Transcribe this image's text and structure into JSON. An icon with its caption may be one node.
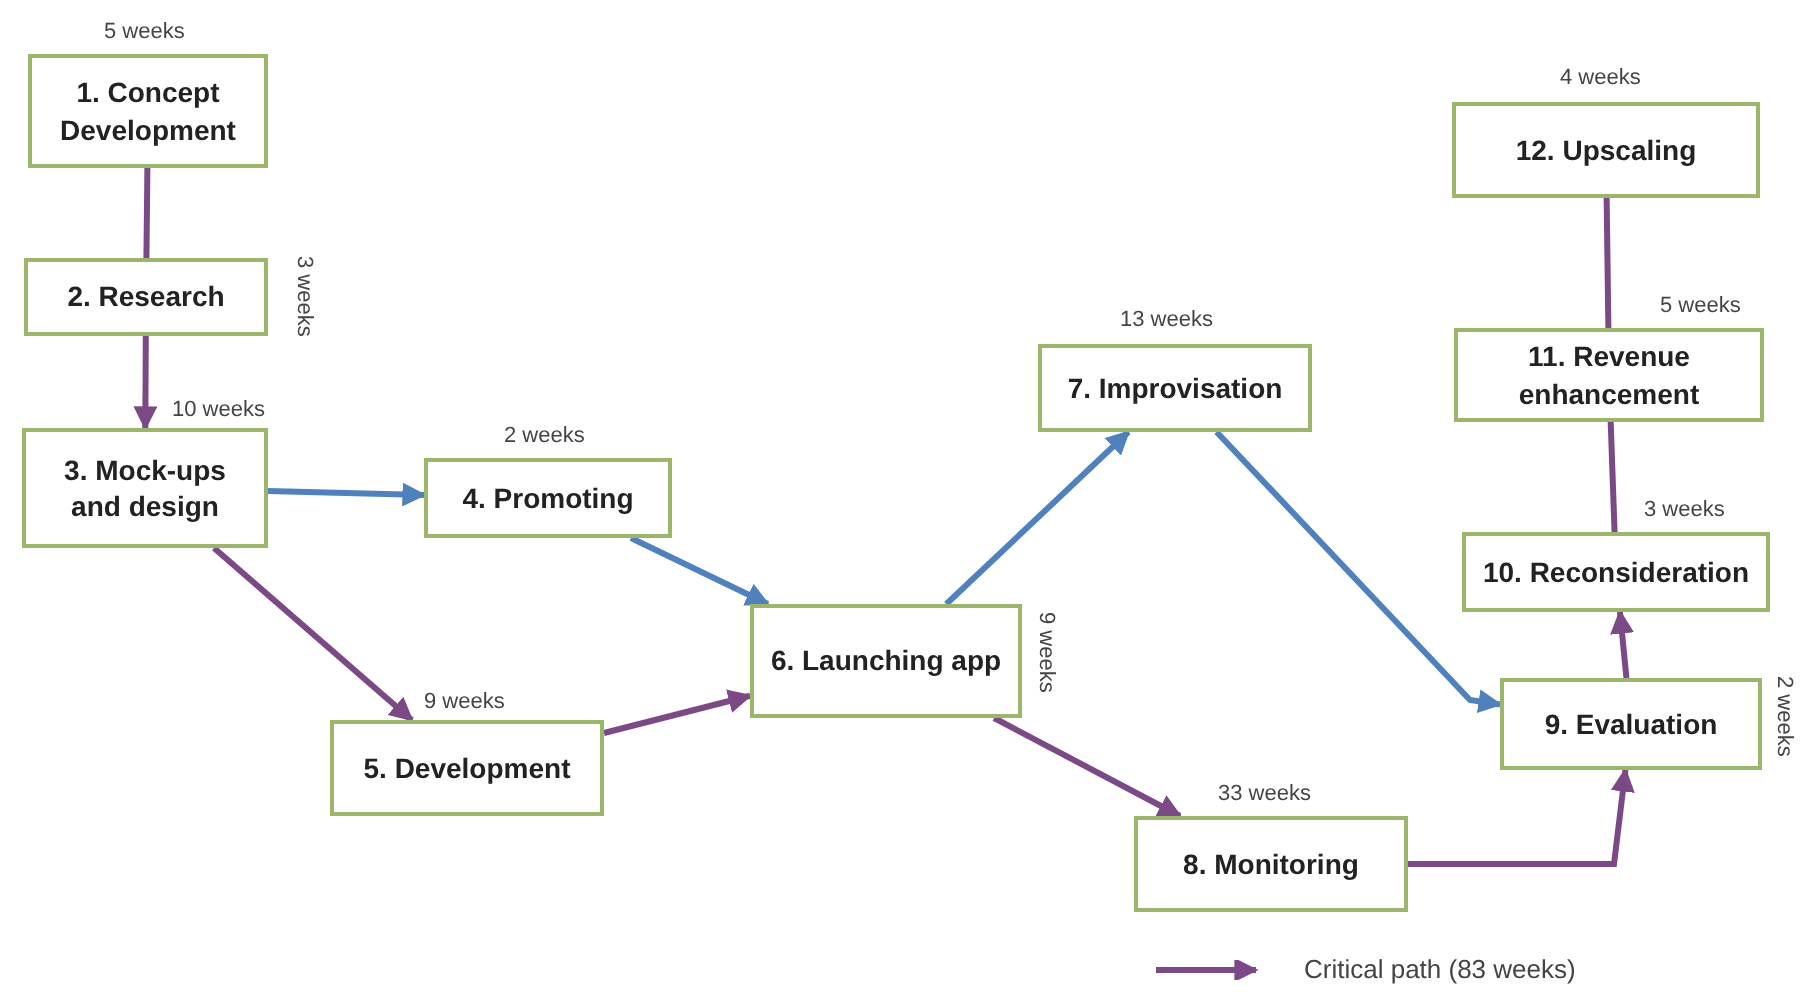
{
  "diagram": {
    "nodes": [
      {
        "text": [
          "1. Concept Development"
        ],
        "beside": [
          "5 weeks"
        ]
      },
      {
        "text": [
          "2. Research"
        ],
        "beside": [
          "3 weeks"
        ]
      },
      {
        "text": [
          "3. Mock-ups and design"
        ],
        "beside": [
          "10 weeks"
        ]
      },
      {
        "text": [
          "4. Promoting"
        ],
        "beside": [
          "2 weeks"
        ]
      },
      {
        "text": [
          "5. Development"
        ],
        "beside": [
          "9 weeks"
        ]
      },
      {
        "text": [
          "6. Launching app"
        ],
        "beside": [
          "9 weeks"
        ]
      },
      {
        "text": [
          "7. Improvisation"
        ],
        "beside": [
          "13 weeks"
        ]
      },
      {
        "text": [
          "8. Monitoring"
        ],
        "beside": [
          "33 weeks"
        ]
      },
      {
        "text": [
          "9. Evaluation"
        ],
        "beside": [
          "2 weeks"
        ]
      },
      {
        "text": [
          "10. Reconsideration"
        ],
        "beside": [
          "3 weeks"
        ]
      },
      {
        "text": [
          "11. Revenue enhancement"
        ],
        "beside": [
          "5 weeks"
        ]
      },
      {
        "text": [
          "12. Upscaling"
        ],
        "beside": [
          "4 weeks"
        ]
      }
    ],
    "edges": [
      {
        "from": 0,
        "to": 1,
        "arrow": "none"
      },
      {
        "from": 1,
        "to": 2,
        "arrow": "to"
      },
      {
        "from": 2,
        "to": 3,
        "arrow": "to",
        "color": "#4f81bd"
      },
      {
        "from": 2,
        "to": 4,
        "arrow": "to"
      },
      {
        "from": 3,
        "to": 5,
        "arrow": "to",
        "color": "#4f81bd"
      },
      {
        "from": 4,
        "to": 5,
        "arrow": "to"
      },
      {
        "from": 5,
        "to": 6,
        "arrow": "to",
        "color": "#4f81bd"
      },
      {
        "from": 5,
        "to": 7,
        "arrow": "to"
      },
      {
        "from": 6,
        "to": 8,
        "arrow": "to",
        "color": "#4f81bd"
      },
      {
        "from": 7,
        "to": 8,
        "arrow": "to"
      },
      {
        "from": 8,
        "to": 9,
        "arrow": "to"
      },
      {
        "from": 9,
        "to": 10,
        "arrow": "none"
      },
      {
        "from": 10,
        "to": 11,
        "arrow": "none"
      }
    ],
    "legend": [
      {
        "text": "Critical path (83 weeks)"
      }
    ]
  }
}
